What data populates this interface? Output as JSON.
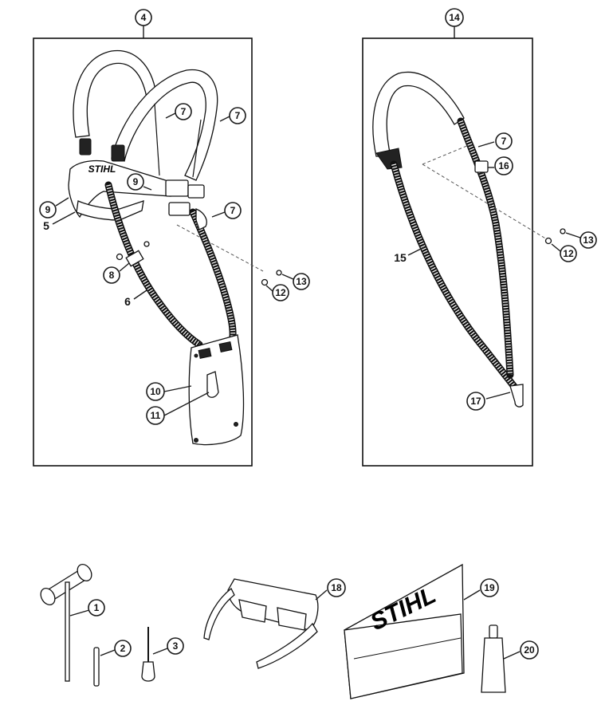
{
  "left_box": {
    "callout": "4",
    "part_labels": {
      "harness": "5",
      "strap": "6"
    },
    "callouts": {
      "carabiner": "7",
      "buckle": "8",
      "hip_pad": "9",
      "hip_plate": "10",
      "hook": "11",
      "nut": "12",
      "screw": "13"
    },
    "brand": "STIHL"
  },
  "right_box": {
    "callout": "14",
    "part_labels": {
      "strap": "15"
    },
    "callouts": {
      "carabiner": "7",
      "buckle": "16",
      "hook": "17",
      "nut": "12",
      "screw": "13"
    }
  },
  "accessories": {
    "callouts": {
      "wrench": "1",
      "pin": "2",
      "screwdriver": "3",
      "glasses": "18",
      "pouch": "19",
      "grease_tube": "20"
    },
    "pouch_brand": "STIHL"
  },
  "colors": {
    "ink": "#111111",
    "paper": "#ffffff"
  }
}
